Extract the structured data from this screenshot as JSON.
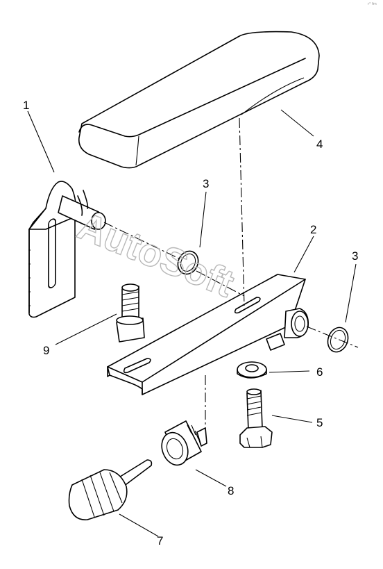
{
  "diagram": {
    "watermark": "AutoSoft",
    "corner_mark": "r° fm",
    "callouts": [
      {
        "id": "1",
        "text": "1"
      },
      {
        "id": "2",
        "text": "2"
      },
      {
        "id": "3a",
        "text": "3"
      },
      {
        "id": "3b",
        "text": "3"
      },
      {
        "id": "4",
        "text": "4"
      },
      {
        "id": "5",
        "text": "5"
      },
      {
        "id": "6",
        "text": "6"
      },
      {
        "id": "7",
        "text": "7"
      },
      {
        "id": "8",
        "text": "8"
      },
      {
        "id": "9",
        "text": "9"
      }
    ]
  }
}
